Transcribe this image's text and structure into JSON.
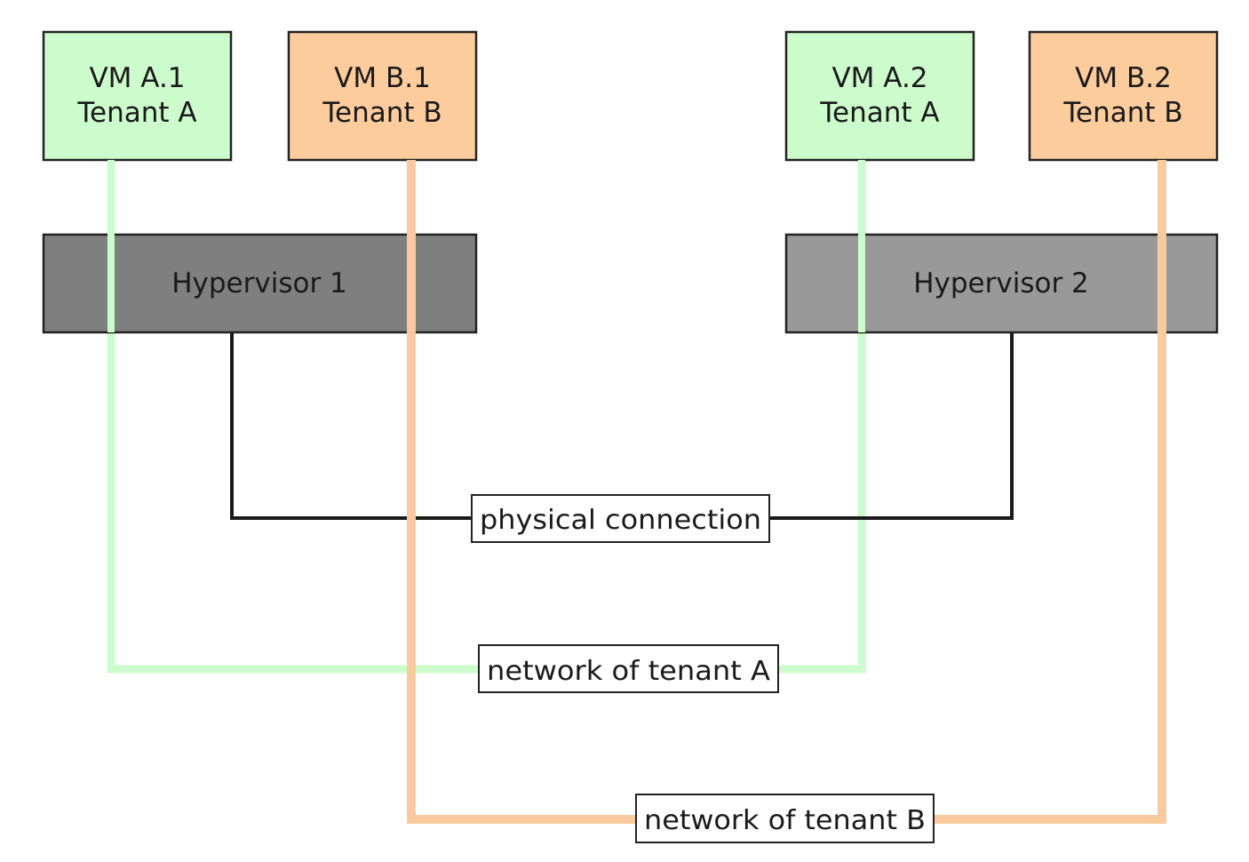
{
  "diagram": {
    "type": "network-topology",
    "colors": {
      "tenant_a_fill": "#ccfccc",
      "tenant_b_fill": "#fccc9c",
      "tenant_a_line": "#ccfccc",
      "tenant_b_line": "#f9cb9c",
      "hypervisor_1_fill": "#7f7f7f",
      "hypervisor_2_fill": "#999999",
      "physical_line": "#1a1a1a",
      "border": "#222222"
    },
    "vms": [
      {
        "id": "vm-a1",
        "line1": "VM A.1",
        "line2": "Tenant A",
        "tenant": "A"
      },
      {
        "id": "vm-b1",
        "line1": "VM B.1",
        "line2": "Tenant B",
        "tenant": "B"
      },
      {
        "id": "vm-a2",
        "line1": "VM A.2",
        "line2": "Tenant A",
        "tenant": "A"
      },
      {
        "id": "vm-b2",
        "line1": "VM B.2",
        "line2": "Tenant B",
        "tenant": "B"
      }
    ],
    "hypervisors": [
      {
        "id": "hv1",
        "label": "Hypervisor 1"
      },
      {
        "id": "hv2",
        "label": "Hypervisor 2"
      }
    ],
    "connections": [
      {
        "id": "physical",
        "label": "physical connection",
        "from": "hv1",
        "to": "hv2"
      },
      {
        "id": "net-a",
        "label": "network of tenant A",
        "from": "vm-a1",
        "to": "vm-a2"
      },
      {
        "id": "net-b",
        "label": "network of tenant B",
        "from": "vm-b1",
        "to": "vm-b2"
      }
    ]
  }
}
